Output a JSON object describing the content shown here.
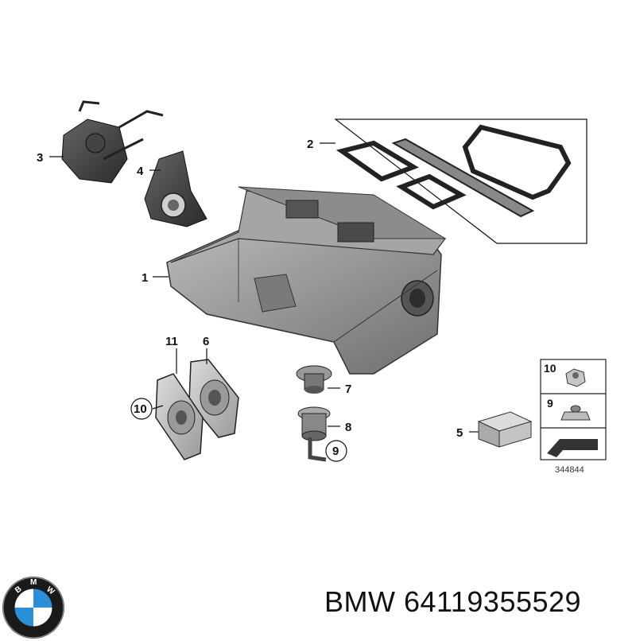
{
  "callouts": {
    "c1": "1",
    "c2": "2",
    "c3": "3",
    "c4": "4",
    "c5": "5",
    "c6": "6",
    "c7": "7",
    "c8": "8",
    "c9": "9",
    "c9b": "9",
    "c10": "10",
    "c10b": "10",
    "c11": "11"
  },
  "diagram_ref": "344844",
  "footer": {
    "brand": "BMW",
    "part_number": "64119355529",
    "title": "BMW 64119355529"
  },
  "logo": {
    "letters": "BMW",
    "colors": {
      "blue": "#2a8fd6",
      "ring": "#1a1a1a",
      "white": "#ffffff"
    }
  }
}
